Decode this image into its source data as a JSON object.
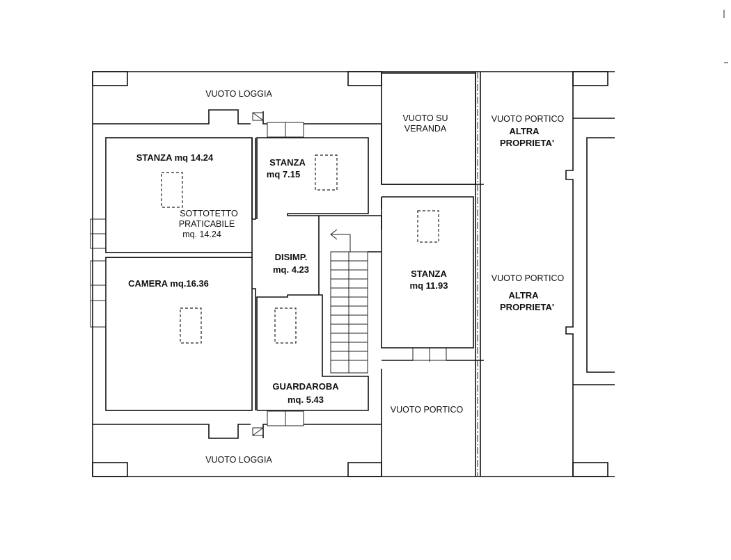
{
  "labels": {
    "loggia_top": "VUOTO LOGGIA",
    "loggia_bottom": "VUOTO LOGGIA",
    "stanza1": "STANZA mq 14.24",
    "sottotetto_1": "SOTTOTETTO",
    "sottotetto_2": "PRATICABILE",
    "sottotetto_3": "mq. 14.24",
    "stanza2_1": "STANZA",
    "stanza2_2": "mq 7.15",
    "disimp_1": "DISIMP.",
    "disimp_2": "mq. 4.23",
    "camera": "CAMERA mq.16.36",
    "guardaroba_1": "GUARDAROBA",
    "guardaroba_2": "mq. 5.43",
    "veranda_1": "VUOTO SU",
    "veranda_2": "VERANDA",
    "stanza3_1": "STANZA",
    "stanza3_2": "mq 11.93",
    "portico_lower": "VUOTO PORTICO",
    "portico1": "VUOTO PORTICO",
    "altra1_1": "ALTRA",
    "altra1_2": "PROPRIETA'",
    "portico2": "VUOTO PORTICO",
    "altra2_1": "ALTRA",
    "altra2_2": "PROPRIETA'"
  }
}
